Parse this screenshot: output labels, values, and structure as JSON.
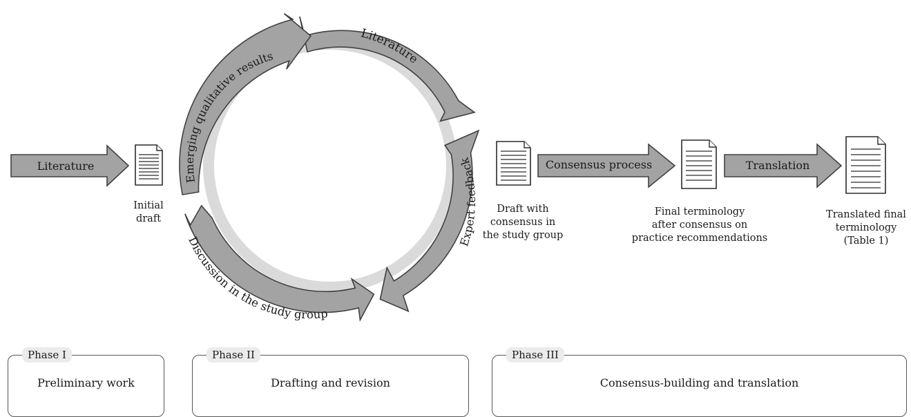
{
  "flow": {
    "input_arrow_label": "Literature",
    "consensus_arrow_label": "Consensus process",
    "translation_arrow_label": "Translation"
  },
  "cycle": {
    "literature": "Literature",
    "expert_feedback": "Expert feedback",
    "discussion": "Discussion in the study group",
    "qualitative_results": "Emerging qualitative results"
  },
  "documents": {
    "initial_draft": [
      "Initial",
      "draft"
    ],
    "draft_consensus": [
      "Draft with",
      "consensus in",
      "the study group"
    ],
    "final_terminology": [
      "Final terminology",
      "after consensus on",
      "practice recommendations"
    ],
    "translated_terminology": [
      "Translated final",
      "terminology",
      "(Table 1)"
    ]
  },
  "phases": [
    {
      "tag": "Phase I",
      "title": "Preliminary work"
    },
    {
      "tag": "Phase II",
      "title": "Drafting and revision"
    },
    {
      "tag": "Phase III",
      "title": "Consensus-building and translation"
    }
  ],
  "colors": {
    "arrow_fill": "#a3a3a3",
    "arrow_stroke": "#404040",
    "ring_track": "#dadada",
    "phase_tag_bg": "#ebebeb"
  }
}
